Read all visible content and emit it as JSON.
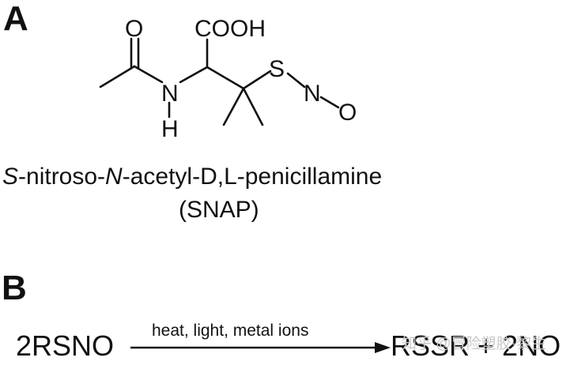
{
  "panel_a": {
    "label": "A",
    "atoms": {
      "o_carbonyl": "O",
      "cooh": "COOH",
      "n_amide": "N",
      "h_amide": "H",
      "s": "S",
      "n_nitroso": "N",
      "o_nitroso": "O"
    },
    "name_prefix_italic": "S",
    "name_part1": "-nitroso-",
    "name_italic_n": "N",
    "name_part2": "-acetyl-D,L-penicillamine",
    "abbreviation": "(SNAP)"
  },
  "panel_b": {
    "label": "B",
    "reactant": "2RSNO",
    "conditions": "heat, light, metal ions",
    "product": "RSSR + 2NO"
  },
  "watermark": "知乎 @冒险塑胶·黎生"
}
